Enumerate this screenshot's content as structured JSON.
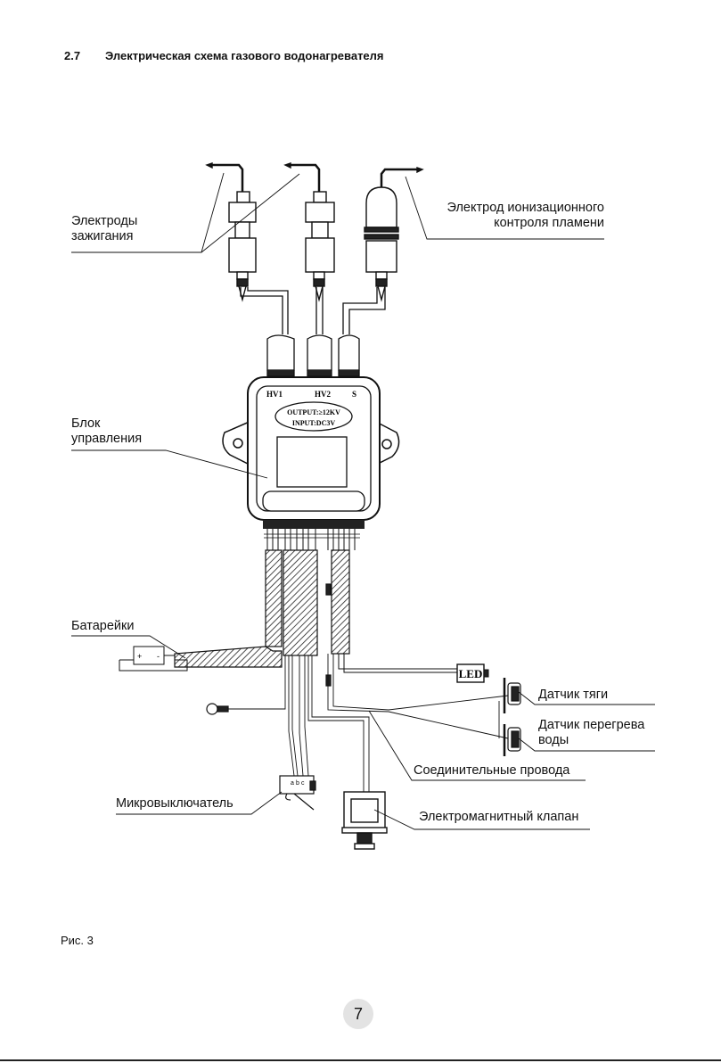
{
  "section": {
    "number": "2.7",
    "title": "Электрическая схема газового водонагревателя"
  },
  "labels": {
    "ignition_electrodes": [
      "Электроды",
      "зажигания"
    ],
    "ionization_electrode": [
      "Электрод ионизационного",
      "контроля пламени"
    ],
    "control_unit": [
      "Блок",
      "управления"
    ],
    "batteries": "Батарейки",
    "microswitch": "Микровыключатель",
    "draft_sensor": "Датчик тяги",
    "overheat_sensor": [
      "Датчик перегрева",
      "воды"
    ],
    "connecting_wires": "Соединительные провода",
    "solenoid_valve": "Электромагнитный клапан"
  },
  "unit_markings": {
    "hv1": "HV1",
    "hv2": "HV2",
    "s": "S",
    "output": "OUTPUT:≥12KV",
    "input": "INPUT:DC3V"
  },
  "led_label": "LED",
  "battery_signs": {
    "plus": "+",
    "minus": "-"
  },
  "switch_pins": [
    "a",
    "b",
    "c"
  ],
  "figure_caption": "Рис. 3",
  "page_number": "7"
}
